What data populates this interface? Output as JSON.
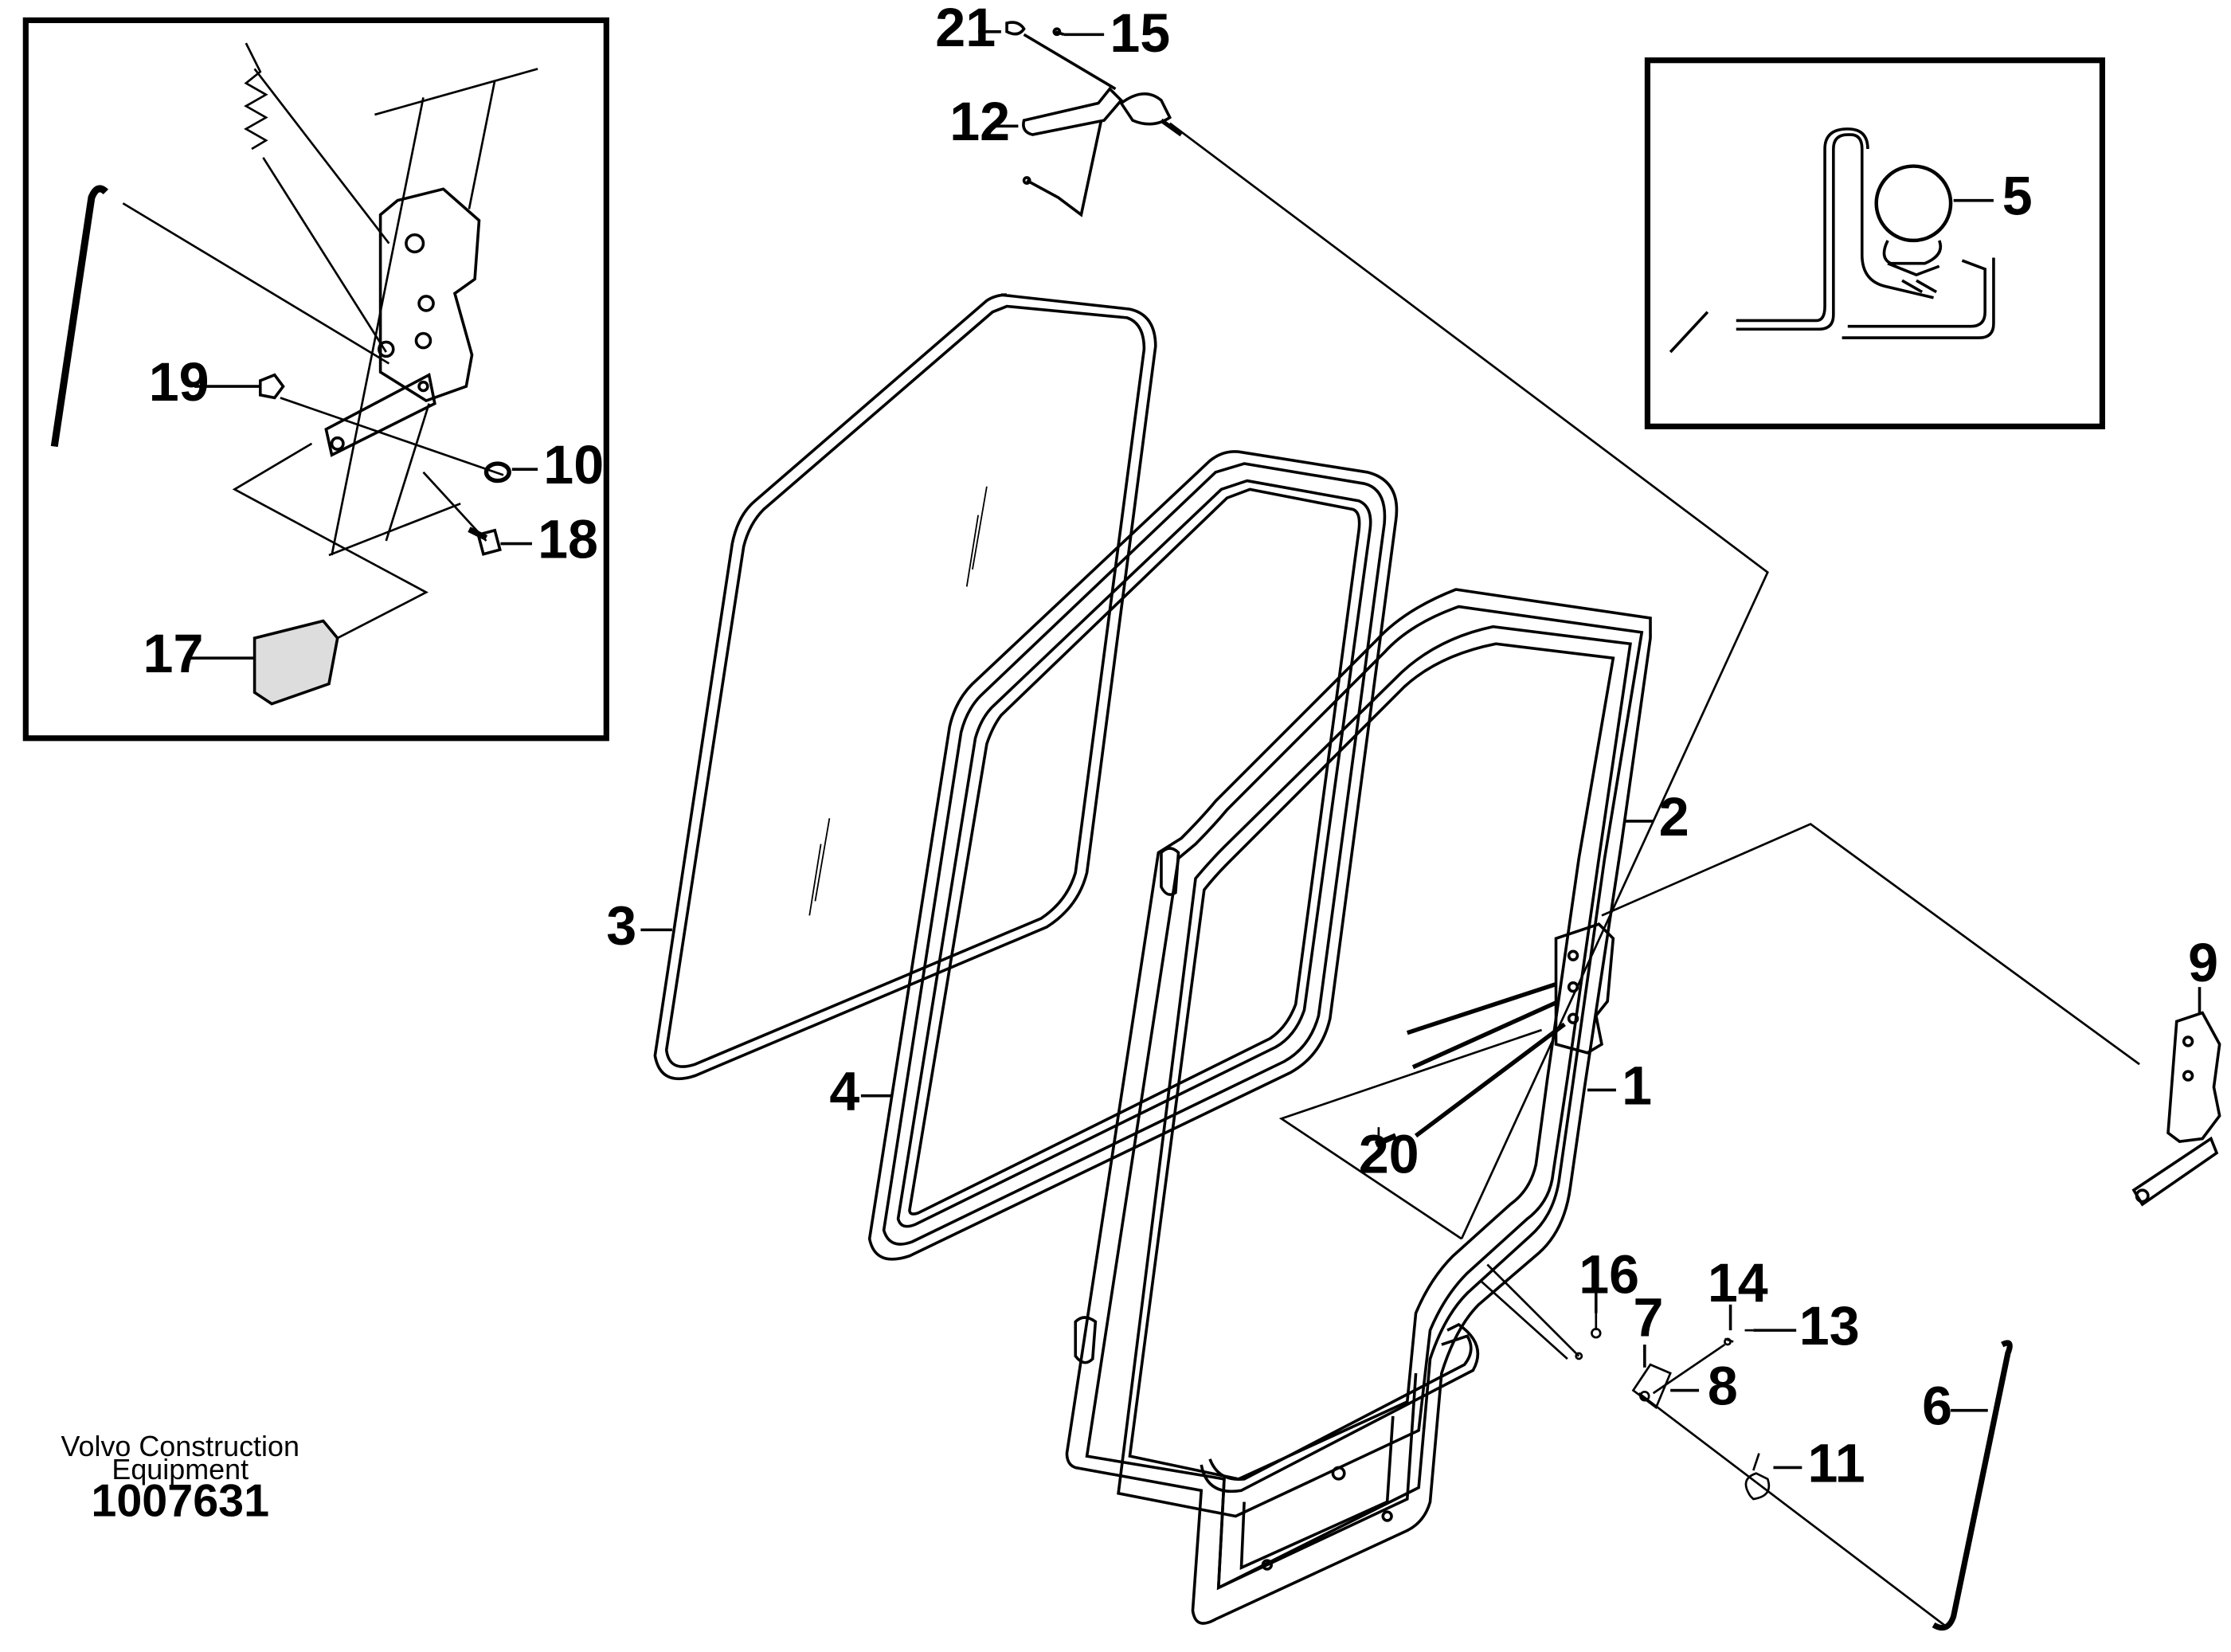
{
  "publisher": {
    "line1": "Volvo Construction",
    "line2": "Equipment",
    "document_number": "1007631"
  },
  "callouts": {
    "c1": "1",
    "c2": "2",
    "c3": "3",
    "c4": "4",
    "c5": "5",
    "c6": "6",
    "c7": "7",
    "c8": "8",
    "c9": "9",
    "c10": "10",
    "c11": "11",
    "c12": "12",
    "c13": "13",
    "c14": "14",
    "c15": "15",
    "c16": "16",
    "c17": "17",
    "c18": "18",
    "c19": "19",
    "c20": "20",
    "c21": "21"
  },
  "colors": {
    "line": "#000000",
    "background": "#ffffff"
  }
}
